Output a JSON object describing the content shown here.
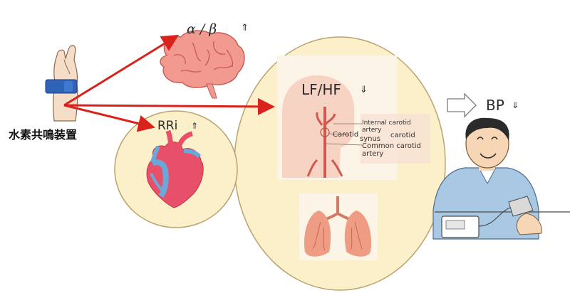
{
  "device": {
    "label": "水素共鳴装置"
  },
  "brain": {
    "label": "α / β",
    "trend": "⇑"
  },
  "heart": {
    "label": "RRi",
    "trend": "⇑"
  },
  "autonomic": {
    "label": "LF/HF",
    "trend": "⇓"
  },
  "blood_pressure": {
    "label": "BP",
    "trend": "⇓"
  },
  "anatomy": {
    "internal_carotid": "Internal carotid artery",
    "carotid_sinus_a": "Carotid",
    "carotid_sinus_b": "synus",
    "carotid_sinus_c": "carotid",
    "common_carotid": "Common carotid artery"
  },
  "colors": {
    "arrow": "#d9221c",
    "bubble_fill": "#fbf0c9",
    "bubble_stroke": "#b9a470",
    "organ": "#ec7f6f"
  }
}
